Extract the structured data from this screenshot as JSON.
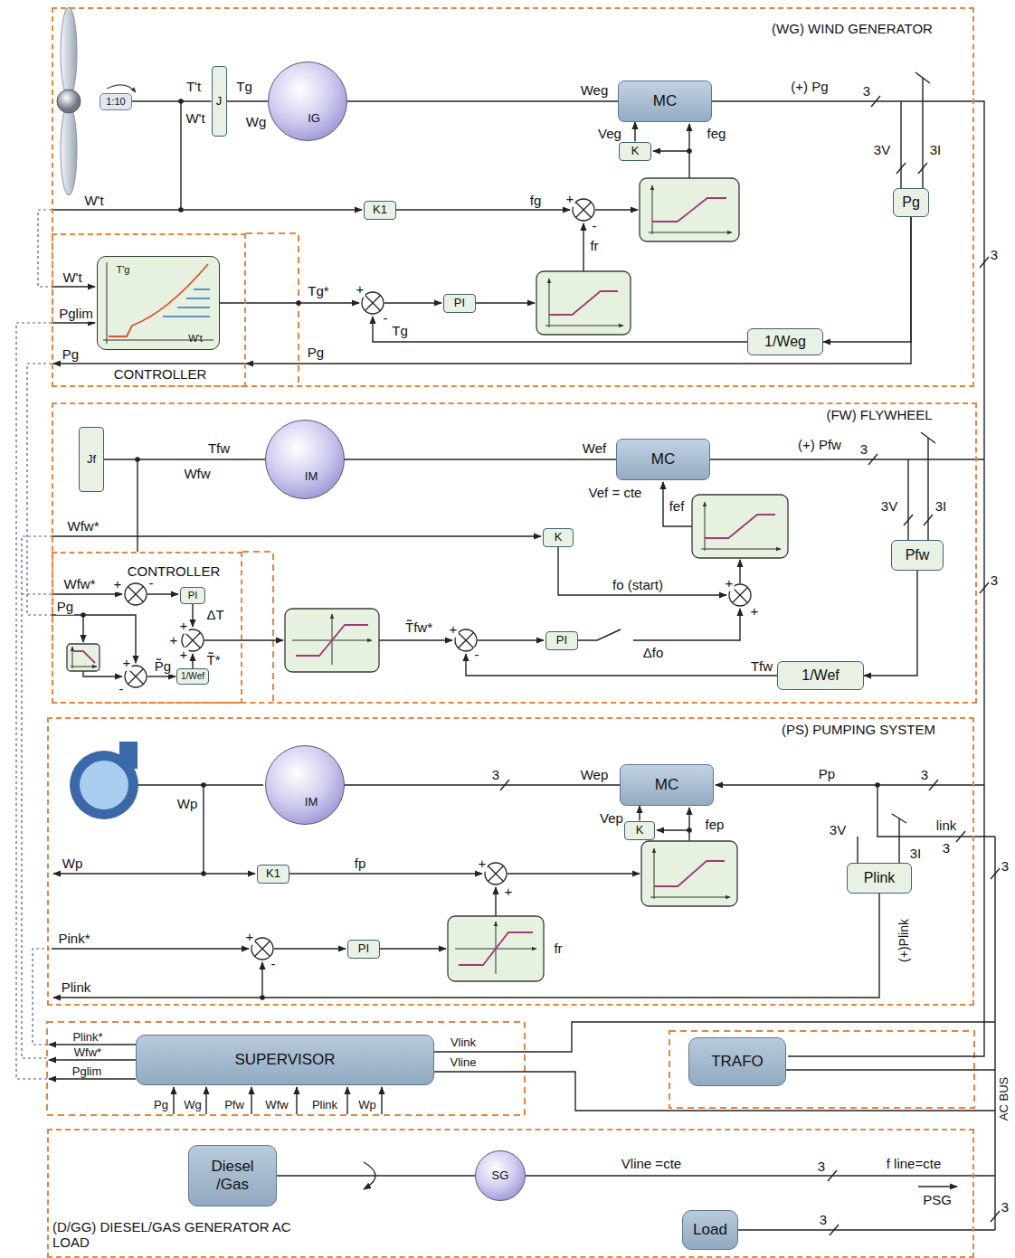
{
  "diagram": {
    "nodes": [
      {
        "text": [
          "(WG)  WIND GENERATOR"
        ]
      },
      {
        "text": [
          "1:10"
        ],
        "in": 0
      },
      {
        "text": [
          "J"
        ],
        "in": 0
      },
      {
        "text": [
          "IG"
        ],
        "in": 0
      },
      {
        "text": [
          "MC"
        ],
        "in": 0
      },
      {
        "text": [
          "K"
        ],
        "in": 0
      },
      {
        "text": [
          "Pg"
        ],
        "in": 0
      },
      {
        "text": [
          "K1"
        ],
        "in": 0
      },
      {
        "text": [
          "PI"
        ],
        "in": 0
      },
      {
        "text": [
          "1/Weg"
        ],
        "in": 0
      },
      {
        "text": [
          "CONTROLLER"
        ],
        "in": 0
      },
      {
        "text": [
          "T'g",
          "W't"
        ],
        "in": 10
      },
      {
        "text": [
          "(FW)  FLYWHEEL"
        ]
      },
      {
        "text": [
          "Jf"
        ],
        "in": 12
      },
      {
        "text": [
          "IM"
        ],
        "in": 12
      },
      {
        "text": [
          "MC"
        ],
        "in": 12
      },
      {
        "text": [
          "K"
        ],
        "in": 12
      },
      {
        "text": [
          "Pfw"
        ],
        "in": 12
      },
      {
        "text": [
          "PI"
        ],
        "in": 12
      },
      {
        "text": [
          "1/Wef"
        ],
        "in": 12
      },
      {
        "text": [
          "CONTROLLER"
        ],
        "in": 12
      },
      {
        "text": [
          "PI"
        ],
        "in": 20
      },
      {
        "text": [
          "1/Wef"
        ],
        "in": 20
      },
      {
        "text": [
          "(PS)  PUMPING SYSTEM"
        ]
      },
      {
        "text": [
          "IM"
        ],
        "in": 23
      },
      {
        "text": [
          "MC"
        ],
        "in": 23
      },
      {
        "text": [
          "K"
        ],
        "in": 23
      },
      {
        "text": [
          "K1"
        ],
        "in": 23
      },
      {
        "text": [
          "PI"
        ],
        "in": 23
      },
      {
        "text": [
          "Plink"
        ],
        "in": 23
      },
      {
        "text": [
          "SUPERVISOR"
        ]
      },
      {
        "text": [
          "TRAFO"
        ]
      },
      {
        "text": [
          "(D/GG) DIESEL/GAS GENERATOR AC LOAD"
        ]
      },
      {
        "text": [
          "Diesel /Gas"
        ],
        "in": 32
      },
      {
        "text": [
          "SG"
        ],
        "in": 32
      },
      {
        "text": [
          "Load"
        ],
        "in": 32
      }
    ],
    "edges": [
      {
        "from": 1,
        "to": 2,
        "arrow": "none"
      },
      {
        "from": 2,
        "to": 3,
        "arrow": "none"
      },
      {
        "from": 3,
        "to": 4,
        "arrow": "none"
      },
      {
        "from": 5,
        "to": 4,
        "arrow": "to"
      },
      {
        "from": 6,
        "to": 9,
        "arrow": "to"
      },
      {
        "from": 6,
        "to": 10,
        "arrow": "to"
      },
      {
        "from": 13,
        "to": 14,
        "arrow": "none"
      },
      {
        "from": 14,
        "to": 15,
        "arrow": "none"
      },
      {
        "from": 17,
        "to": 19,
        "arrow": "to"
      },
      {
        "from": 24,
        "to": 25,
        "arrow": "none"
      },
      {
        "from": 26,
        "to": 25,
        "arrow": "to"
      },
      {
        "from": 33,
        "to": 34,
        "arrow": "none"
      }
    ],
    "labels": [
      "T't",
      "Tg",
      "W't",
      "Wg",
      "Weg",
      "Veg",
      "feg",
      "(+) Pg",
      "3",
      "3V",
      "3I",
      "W't",
      "fg",
      "+",
      "-",
      "fr",
      "3",
      "W't",
      "Pglim",
      "Pg",
      "Tg*",
      "+",
      "-",
      "Tg",
      "Pg",
      "Tfw",
      "Wfw",
      "Wef",
      "Vef = cte",
      "(+) Pfw",
      "3",
      "fef",
      "3V",
      "3I",
      "3",
      "Wfw*",
      "fo (start)",
      "+",
      "+",
      "T̃fw*",
      "+",
      "-",
      "Δfo",
      "Tfw",
      "Wfw*",
      "+",
      "-",
      "Pg",
      "ΔT",
      "+",
      "+",
      "+",
      "P̃g",
      "-",
      "+",
      "T̃*",
      "Pp",
      "3",
      "Wep",
      "3",
      "Wp",
      "Vep",
      "fep",
      "3V",
      "link",
      "3I",
      "3",
      "3",
      "Wp",
      "fp",
      "+",
      "+",
      "Pink*",
      "+",
      "-",
      "fr",
      "Plink",
      "(+)Plink",
      "Plink*",
      "Wfw*",
      "Pglim",
      "Vlink",
      "Vline",
      "Pg",
      "Wg",
      "Pfw",
      "Wfw",
      "Plink",
      "Wp",
      "Vline =cte",
      "3",
      "f line=cte",
      "PSG",
      "3",
      "3",
      "AC BUS"
    ]
  }
}
